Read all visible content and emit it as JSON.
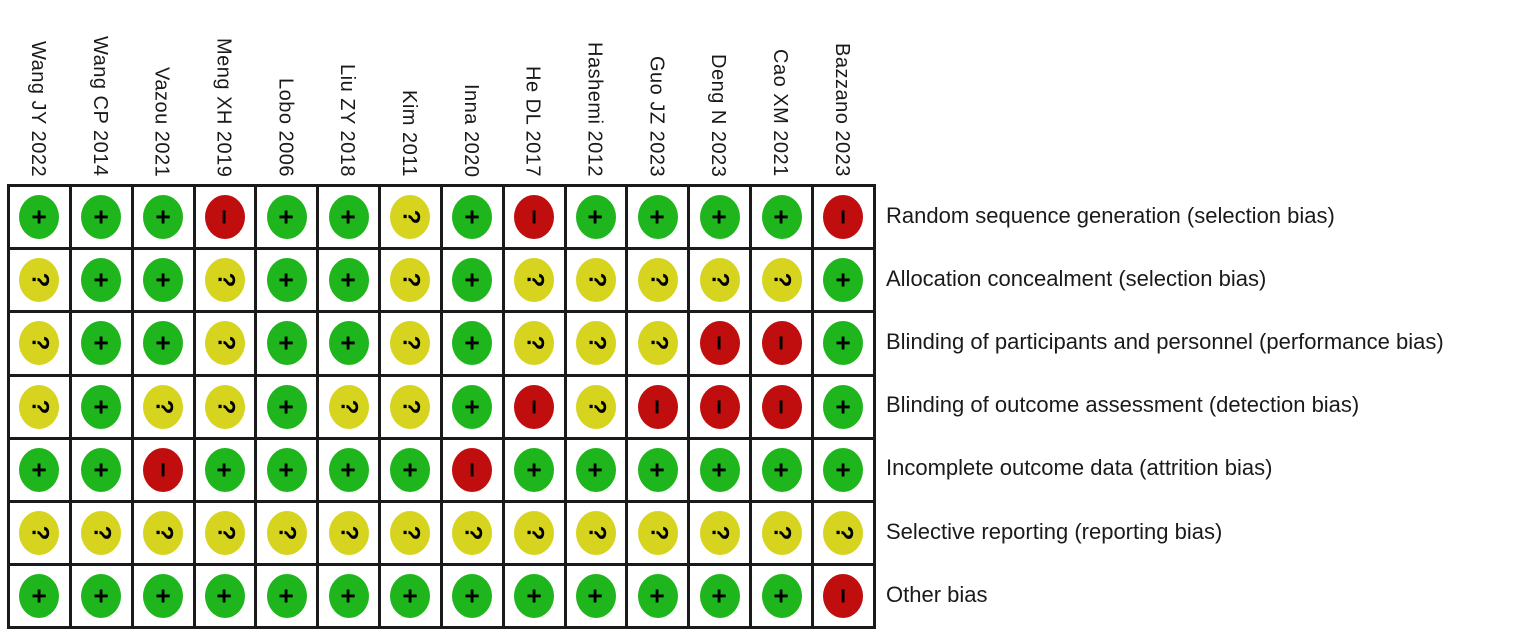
{
  "chart_data": {
    "type": "heatmap",
    "subtype": "risk-of-bias-summary",
    "title": "",
    "columns": [
      "Wang JY 2022",
      "Wang CP 2014",
      "Vazou 2021",
      "Meng XH 2019",
      "Lobo 2006",
      "Liu ZY 2018",
      "Kim 2011",
      "Inna 2020",
      "He DL 2017",
      "Hashemi 2012",
      "Guo JZ 2023",
      "Deng N 2023",
      "Cao XM 2021",
      "Bazzano 2023"
    ],
    "rows": [
      "Random sequence generation (selection bias)",
      "Allocation concealment (selection bias)",
      "Blinding of participants and personnel (performance bias)",
      "Blinding of outcome assessment (detection bias)",
      "Incomplete outcome data (attrition bias)",
      "Selective reporting (reporting bias)",
      "Other bias"
    ],
    "values": [
      [
        "+",
        "+",
        "+",
        "-",
        "+",
        "+",
        "?",
        "+",
        "-",
        "+",
        "+",
        "+",
        "+",
        "-"
      ],
      [
        "?",
        "+",
        "+",
        "?",
        "+",
        "+",
        "?",
        "+",
        "?",
        "?",
        "?",
        "?",
        "?",
        "+"
      ],
      [
        "?",
        "+",
        "+",
        "?",
        "+",
        "+",
        "?",
        "+",
        "?",
        "?",
        "?",
        "-",
        "-",
        "+"
      ],
      [
        "?",
        "+",
        "?",
        "?",
        "+",
        "?",
        "?",
        "+",
        "-",
        "?",
        "-",
        "-",
        "-",
        "+"
      ],
      [
        "+",
        "+",
        "-",
        "+",
        "+",
        "+",
        "+",
        "-",
        "+",
        "+",
        "+",
        "+",
        "+",
        "+"
      ],
      [
        "?",
        "?",
        "?",
        "?",
        "?",
        "?",
        "?",
        "?",
        "?",
        "?",
        "?",
        "?",
        "?",
        "?"
      ],
      [
        "+",
        "+",
        "+",
        "+",
        "+",
        "+",
        "+",
        "+",
        "+",
        "+",
        "+",
        "+",
        "+",
        "-"
      ]
    ],
    "value_color_map": {
      "+": "green",
      "?": "yellow",
      "-": "red"
    },
    "layout": {
      "grid": true,
      "column_headers_rotated": true,
      "row_labels_position": "right"
    }
  },
  "symbols": {
    "+": "+",
    "?": "?",
    "-": "−"
  },
  "colors": {
    "green": "#1fb51c",
    "yellow": "#d6d41f",
    "red": "#c00d0d",
    "grid_line": "#1a1a1a",
    "background": "#ffffff",
    "symbol": "#000000"
  }
}
